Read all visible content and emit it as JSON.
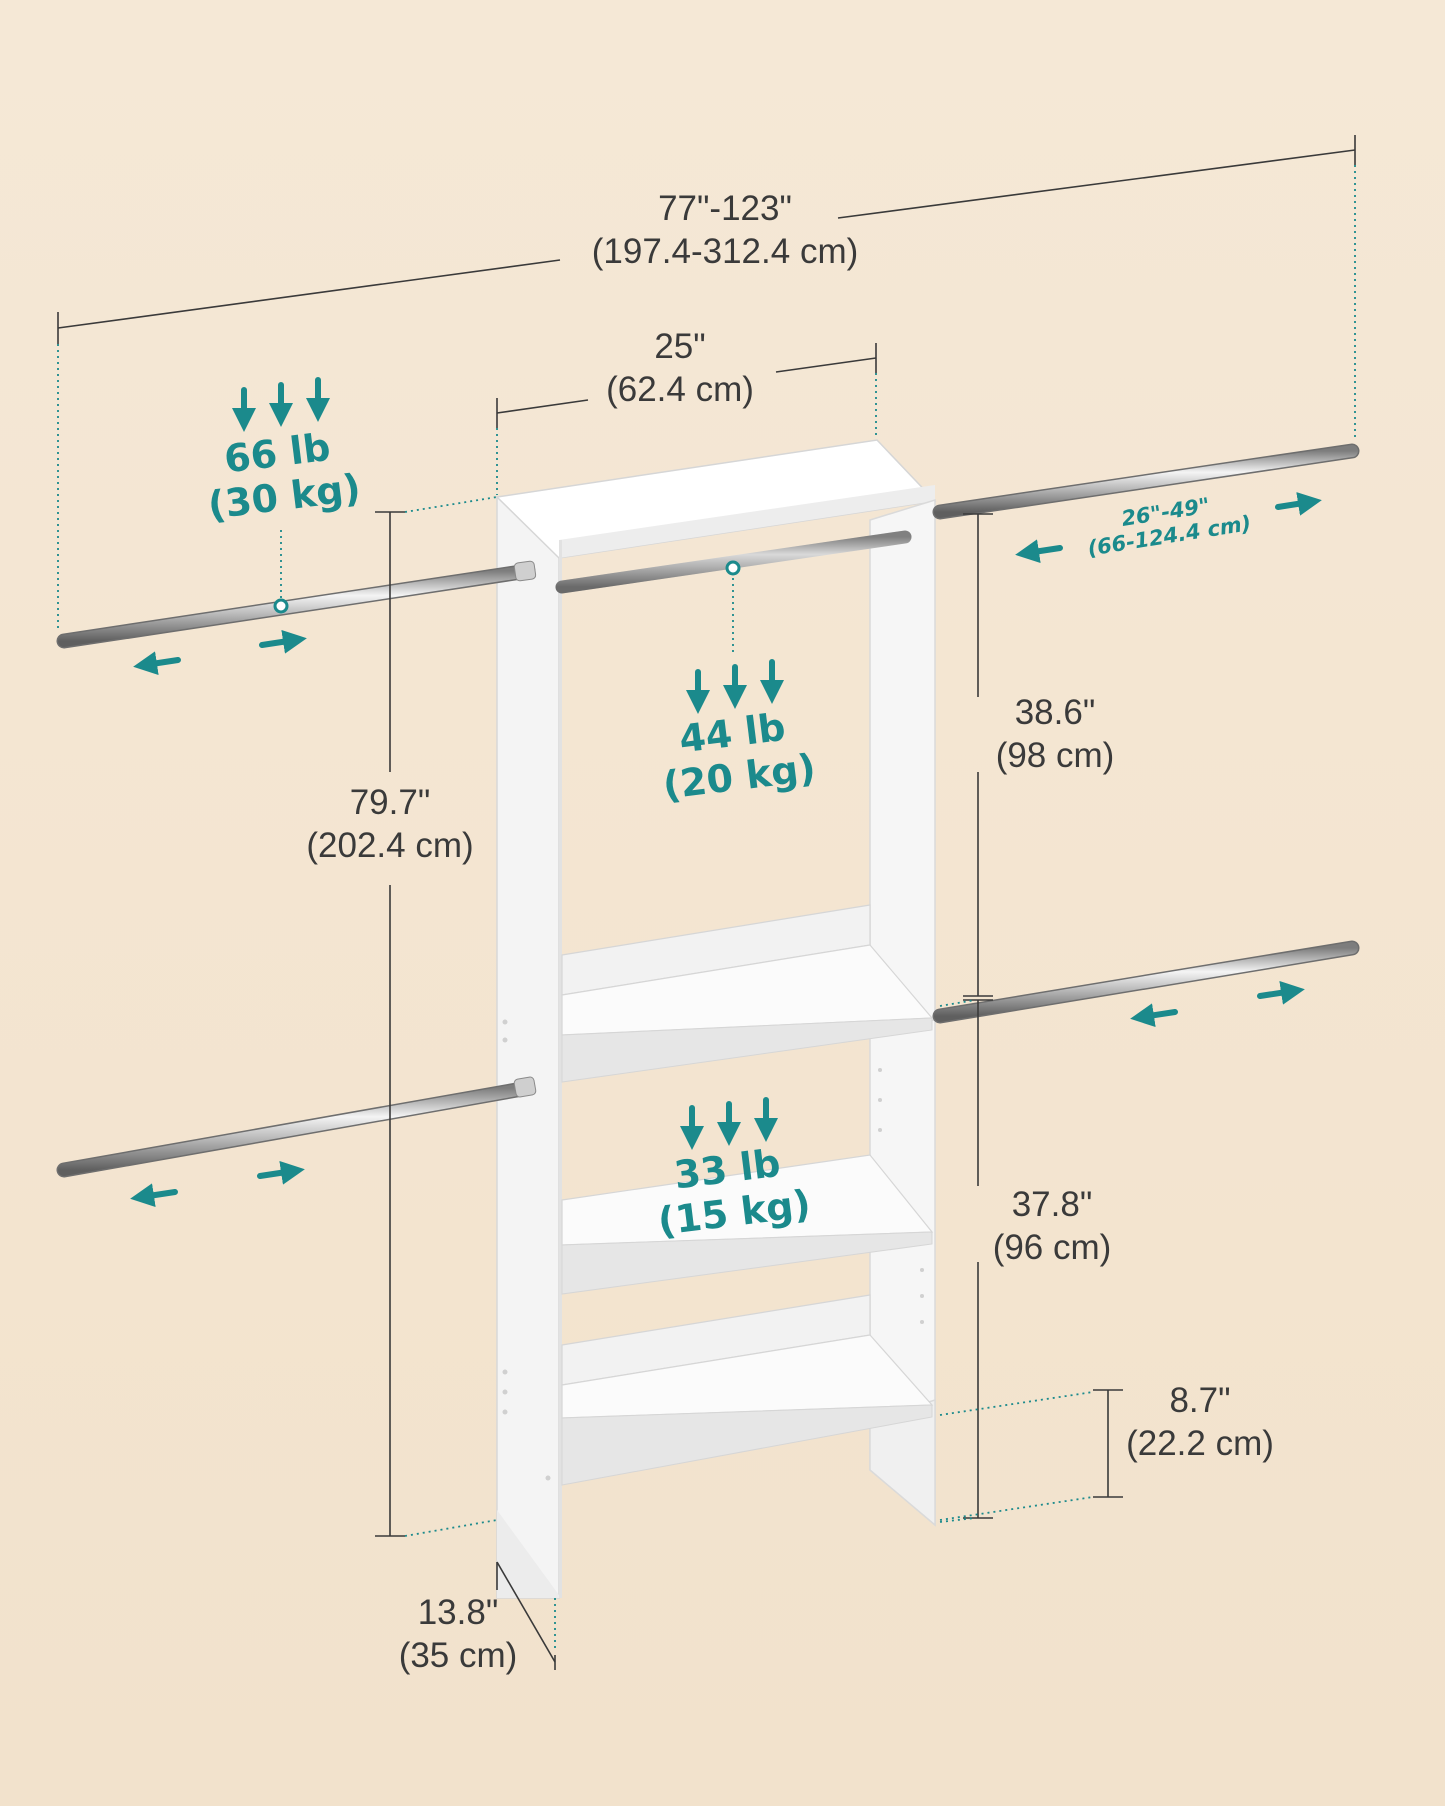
{
  "dimensions": {
    "overall_width": {
      "inches": "77\"-123\"",
      "cm": "(197.4-312.4 cm)"
    },
    "tower_width": {
      "inches": "25\"",
      "cm": "(62.4 cm)"
    },
    "total_height": {
      "inches": "79.7\"",
      "cm": "(202.4 cm)"
    },
    "upper_section": {
      "inches": "38.6\"",
      "cm": "(98 cm)"
    },
    "lower_section": {
      "inches": "37.8\"",
      "cm": "(96 cm)"
    },
    "bottom_gap": {
      "inches": "8.7\"",
      "cm": "(22.2 cm)"
    },
    "depth": {
      "inches": "13.8\"",
      "cm": "(35 cm)"
    },
    "rod_extension": {
      "inches": "26\"-49\"",
      "cm": "(66-124.4 cm)"
    }
  },
  "loads": {
    "side_rod": {
      "lb": "66 lb",
      "kg": "(30 kg)"
    },
    "center_rod": {
      "lb": "44 lb",
      "kg": "(20 kg)"
    },
    "shelf": {
      "lb": "33 lb",
      "kg": "(15 kg)"
    }
  },
  "colors": {
    "accent": "#1b8a8c",
    "text": "#3a3a3a",
    "background": "#f4e6d3",
    "cabinet": "#ffffff"
  }
}
